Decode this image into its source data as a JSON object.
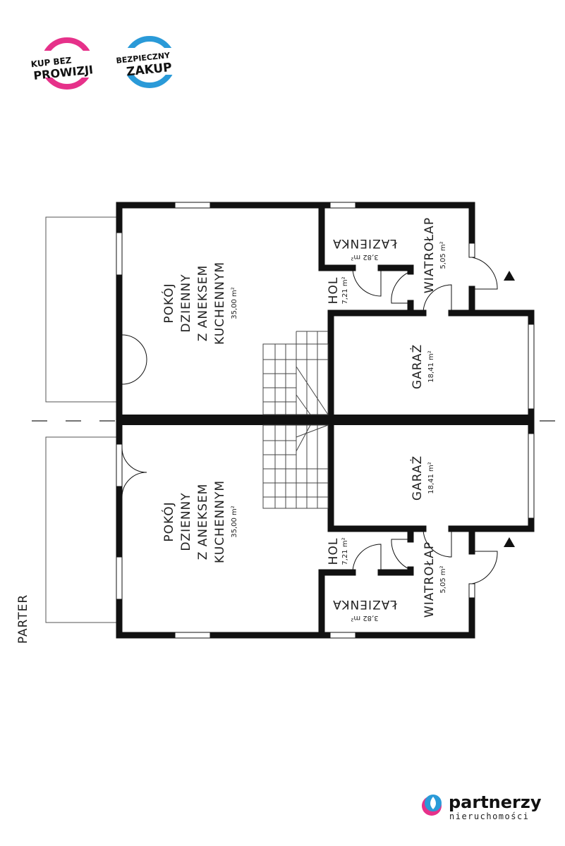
{
  "badges": {
    "no_commission": {
      "line1": "KUP BEZ",
      "line2": "PROWIZJI",
      "color": "#e6318a"
    },
    "safe_purchase": {
      "line1": "BEZPIECZNY",
      "line2": "ZAKUP",
      "color": "#2a9ad8"
    }
  },
  "floor_label": "PARTER",
  "units": [
    {
      "living": {
        "l1": "POKÓJ",
        "l2": "DZIENNY",
        "l3": "Z ANEKSEM",
        "l4": "KUCHENNYM",
        "area": "35,00 m²"
      },
      "bathroom": {
        "name": "ŁAZIENKA",
        "area": "3,82 m²"
      },
      "hall": {
        "name": "HOL",
        "area": "7,21 m²"
      },
      "vestibule": {
        "name": "WIATROŁAP",
        "area": "5,05 m²"
      },
      "garage": {
        "name": "GARAŻ",
        "area": "18,41 m²"
      }
    },
    {
      "living": {
        "l1": "POKÓJ",
        "l2": "DZIENNY",
        "l3": "Z ANEKSEM",
        "l4": "KUCHENNYM",
        "area": "35,00 m²"
      },
      "bathroom": {
        "name": "ŁAZIENKA",
        "area": "3,82 m²"
      },
      "hall": {
        "name": "HOL",
        "area": "7,21 m²"
      },
      "vestibule": {
        "name": "WIATROŁAP",
        "area": "5,05 m²"
      },
      "garage": {
        "name": "GARAŻ",
        "area": "18,41 m²"
      }
    }
  ],
  "brand": {
    "name": "partnerzy",
    "sub": "nieruchomości",
    "colors": [
      "#2a9ad8",
      "#e6318a"
    ]
  }
}
